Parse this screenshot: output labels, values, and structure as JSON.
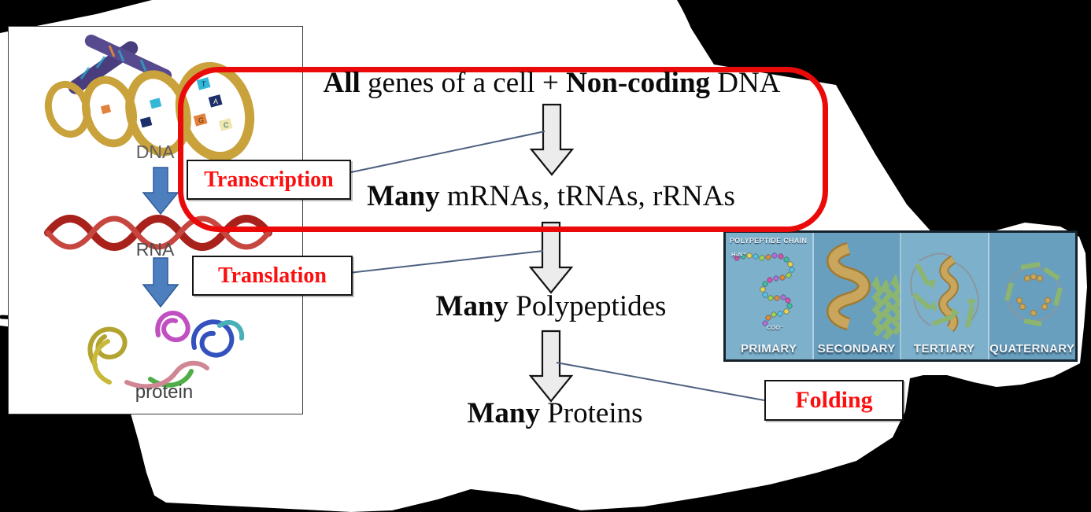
{
  "diagram": {
    "title_line": {
      "all_bold": "All",
      "middle": " genes of a cell + ",
      "noncoding_bold": "Non-coding",
      "end": " DNA"
    },
    "rna_line": {
      "many_bold": "Many",
      "rest": " mRNAs, tRNAs, rRNAs"
    },
    "polypeptides_line": {
      "many_bold": "Many",
      "rest": " Polypeptides"
    },
    "proteins_line": {
      "many_bold": "Many",
      "rest": " Proteins"
    },
    "process_labels": {
      "transcription": "Transcription",
      "translation": "Translation",
      "folding": "Folding"
    }
  },
  "dna_panel": {
    "dna_label": "DNA",
    "rna_label": "RNA",
    "protein_label": "protein",
    "base_letters": [
      "T",
      "A",
      "G",
      "C"
    ]
  },
  "protein_structure_panel": {
    "chain_header": "POLYPEPTIDE CHAIN",
    "n_terminus": "H₃N⁺",
    "c_terminus": "COO⁻",
    "levels": [
      "PRIMARY",
      "SECONDARY",
      "TERTIARY",
      "QUATERNARY"
    ]
  },
  "colors": {
    "highlight_frame_red": "#ea0a0a",
    "process_label_red": "#fb0f0f",
    "flow_arrow_fill": "#ececec",
    "connector_line": "#4e6180",
    "dna_arrow_blue": "#4d7fbe",
    "rna_ribbon_red": "#a8211b",
    "helix_gold": "#c9a23c",
    "panel_blue_light": "#7db0cb",
    "panel_blue_dark": "#699fbe",
    "beta_sheet_green": "#8cb56f",
    "alpha_helix_tan": "#caa55c"
  }
}
